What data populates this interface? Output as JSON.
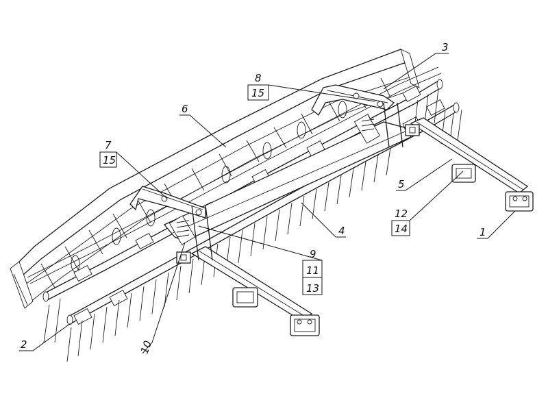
{
  "callouts": [
    {
      "id": "c1",
      "text": "1"
    },
    {
      "id": "c2",
      "text": "2"
    },
    {
      "id": "c3",
      "text": "3"
    },
    {
      "id": "c4",
      "text": "4"
    },
    {
      "id": "c5",
      "text": "5"
    },
    {
      "id": "c6",
      "text": "6"
    },
    {
      "id": "c7",
      "text": "7"
    },
    {
      "id": "c7b",
      "text": "15"
    },
    {
      "id": "c8",
      "text": "8"
    },
    {
      "id": "c8b",
      "text": "15"
    },
    {
      "id": "c9",
      "text": "9"
    },
    {
      "id": "c11",
      "text": "11"
    },
    {
      "id": "c13",
      "text": "13"
    },
    {
      "id": "c10",
      "text": "10"
    },
    {
      "id": "c12",
      "text": "12"
    },
    {
      "id": "c14",
      "text": "14"
    }
  ]
}
